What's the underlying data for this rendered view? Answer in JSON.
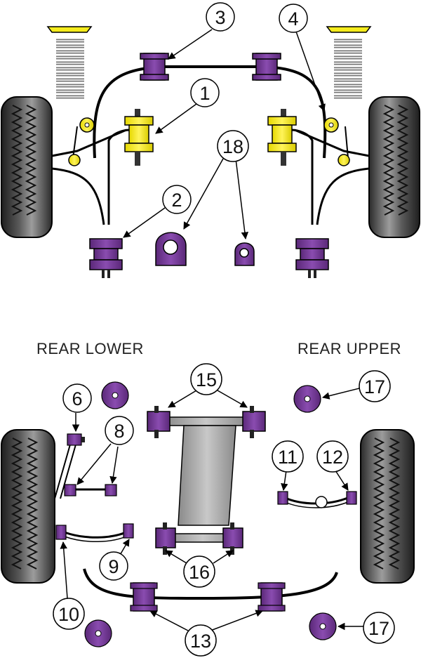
{
  "labels": {
    "rear_lower": "REAR LOWER",
    "rear_upper": "REAR UPPER"
  },
  "callouts": [
    "1",
    "2",
    "3",
    "4",
    "6",
    "8",
    "9",
    "10",
    "11",
    "12",
    "13",
    "15",
    "16",
    "17",
    "17",
    "18"
  ],
  "colors": {
    "poly_purple": "#7a3f9e",
    "poly_purple_dark": "#4d2066",
    "yellow_bush": "#f5ec1c",
    "tire_dark": "#2e2e2e",
    "tire_light": "#bdbdbd",
    "outline": "#000000",
    "subframe_grey": "#9a9a9a"
  }
}
